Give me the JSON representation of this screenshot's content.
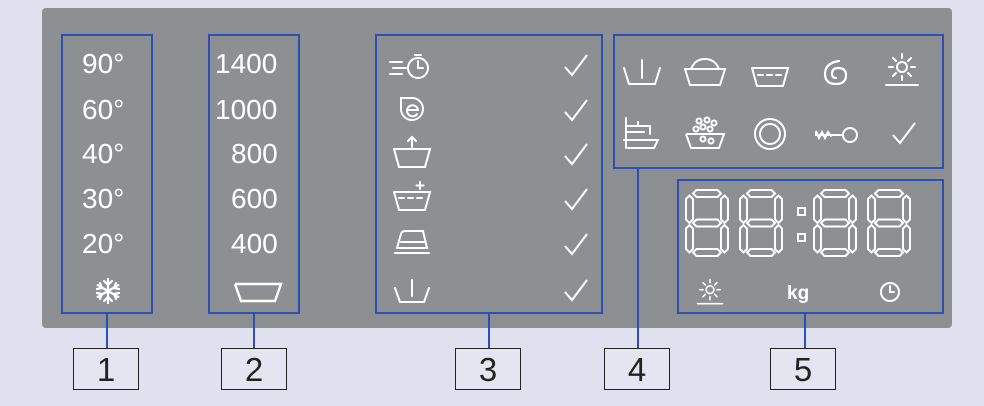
{
  "temperatures": [
    "90°",
    "60°",
    "40°",
    "30°",
    "20°"
  ],
  "temperature_icons": [
    "snowflake-icon"
  ],
  "spin_speeds": [
    "1400",
    "1000",
    "800",
    "600",
    "400"
  ],
  "spin_icons": [
    "tub-icon"
  ],
  "option_icons": [
    "quick-time-icon",
    "eco-icon",
    "prewash-icon",
    "extra-rinse-icon",
    "easy-iron-icon",
    "rinse-hold-icon"
  ],
  "option_check_icons": [
    "check-icon",
    "check-icon",
    "check-icon",
    "check-icon",
    "check-icon",
    "check-icon"
  ],
  "status_icons": [
    "rinse-hold-icon",
    "wash-icon",
    "rinse-icon",
    "spin-icon",
    "sun-icon",
    "tap-icon",
    "bubbles-icon",
    "drum-icon",
    "key-icon",
    "check-icon"
  ],
  "display": {
    "digits": "88:88",
    "unit_label": "kg",
    "icons": [
      "sun-icon",
      "clock-icon"
    ]
  },
  "callouts": [
    "1",
    "2",
    "3",
    "4",
    "5"
  ],
  "colors": {
    "panel": "#8d9093",
    "frame": "#2d4fb3",
    "symbols": "#ffffff",
    "background": "#dfe2ee"
  }
}
